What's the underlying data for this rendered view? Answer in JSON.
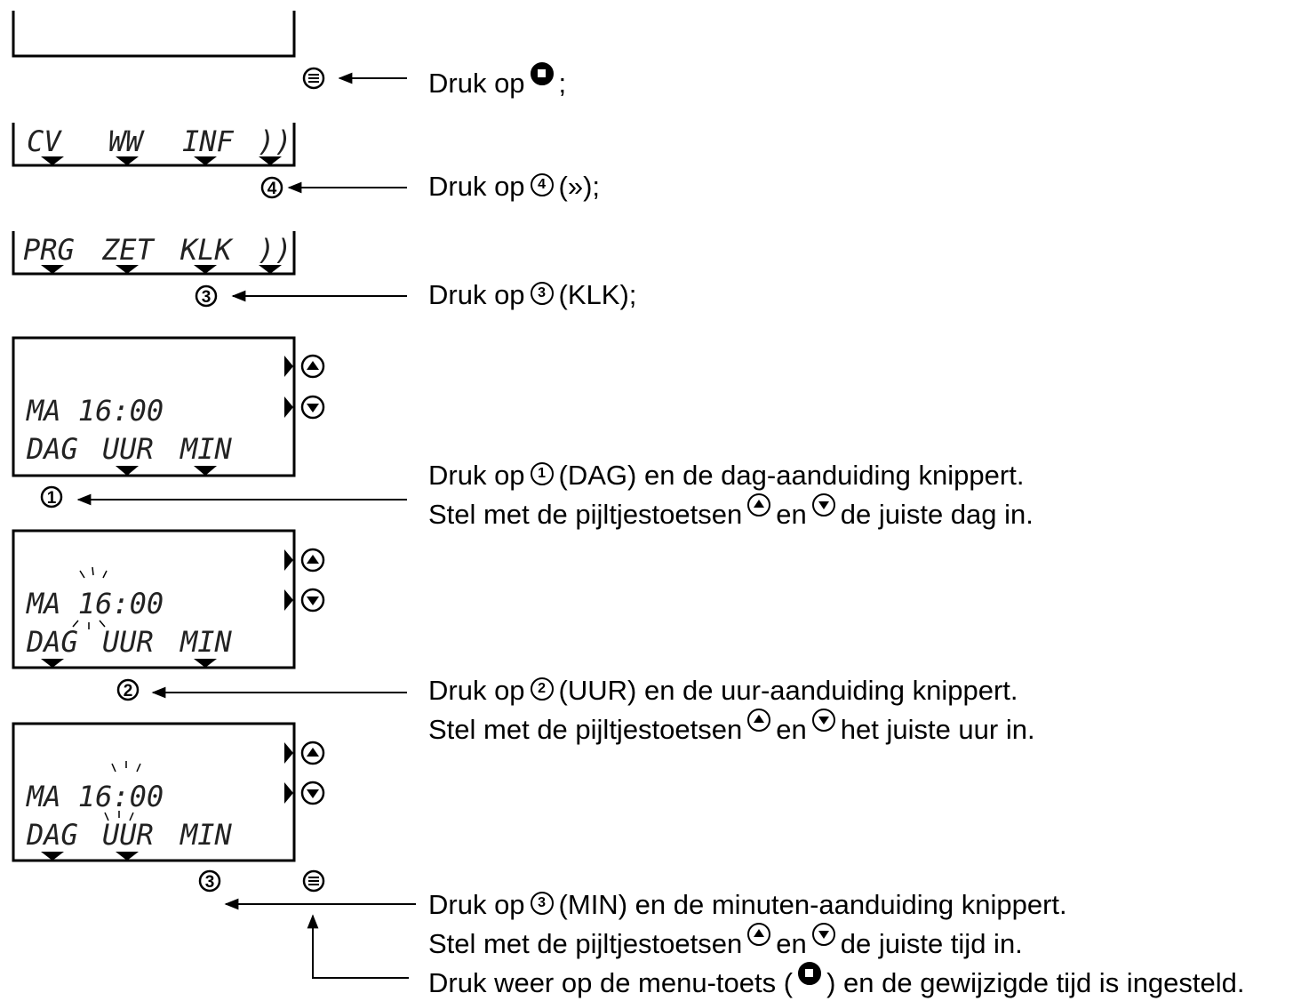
{
  "screens": {
    "s2": {
      "labels": [
        "CV",
        "WW",
        "INF",
        "))"
      ]
    },
    "s3": {
      "labels": [
        "PRG",
        "ZET",
        "KLK",
        "))"
      ]
    },
    "s4": {
      "top": "MA  16:00",
      "labels": [
        "DAG",
        "UUR",
        "MIN"
      ]
    },
    "s5": {
      "top": "MA  16:00",
      "labels": [
        "DAG",
        "UUR",
        "MIN"
      ]
    },
    "s6": {
      "top": "MA  16:00",
      "labels": [
        "DAG",
        "UUR",
        "MIN"
      ]
    }
  },
  "keys": {
    "k1": "1",
    "k2": "2",
    "k3": "3",
    "k4": "4"
  },
  "steps": [
    {
      "parts": [
        "Druk op",
        ";"
      ]
    },
    {
      "parts": [
        "Druk op",
        "(»);"
      ]
    },
    {
      "parts": [
        "Druk op",
        "(KLK);"
      ]
    },
    {
      "line1": [
        "Druk op",
        "(DAG) en de dag-aanduiding knippert."
      ],
      "line2": [
        "Stel met de pijltjestoetsen",
        "en",
        "de juiste dag in."
      ]
    },
    {
      "line1": [
        "Druk op",
        "(UUR) en de uur-aanduiding knippert."
      ],
      "line2": [
        "Stel met de pijltjestoetsen",
        "en",
        "het juiste uur in."
      ]
    },
    {
      "line1": [
        "Druk op",
        "(MIN) en de minuten-aanduiding knippert."
      ],
      "line2": [
        "Stel met de pijltjestoetsen",
        "en",
        "de juiste tijd in."
      ],
      "line3": [
        "Druk weer  op de menu-toets (",
        ") en de gewijzigde tijd is ingesteld."
      ]
    }
  ]
}
